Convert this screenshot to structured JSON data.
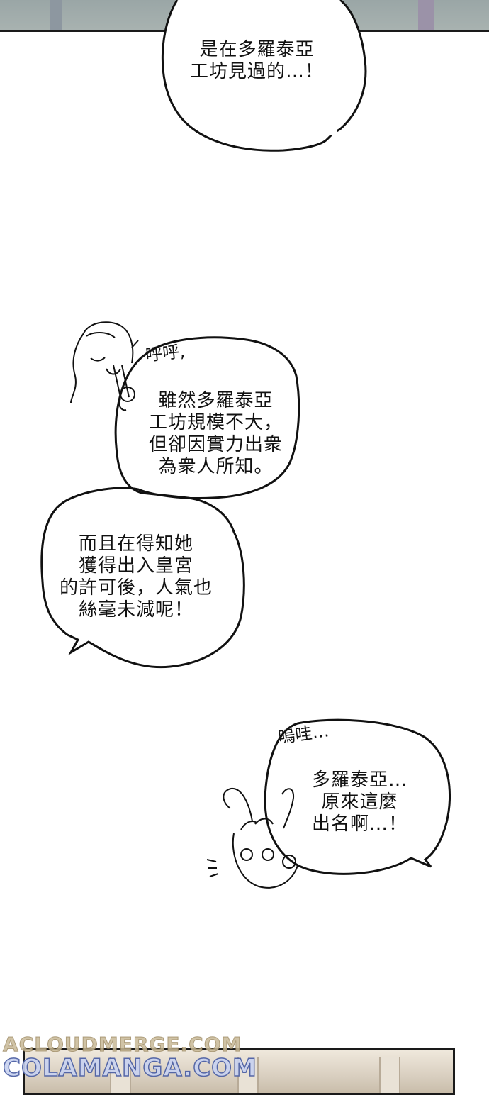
{
  "bubble1": {
    "lines": [
      "是在多羅泰亞",
      "工坊見過的…！"
    ]
  },
  "bubble2": {
    "lines": [
      "雖然多羅泰亞",
      "工坊規模不大，",
      "但卻因實力出衆",
      "為衆人所知。"
    ]
  },
  "bubble3": {
    "lines": [
      "而且在得知她",
      "獲得出入皇宮",
      "的許可後，人氣也",
      "絲毫未減呢！"
    ]
  },
  "bubble4": {
    "lines": [
      "多羅泰亞…",
      "原來這麼",
      "出名啊…！"
    ]
  },
  "sfx1": "呼呼,",
  "sfx2": "嗚哇…",
  "watermark": {
    "line1": "ACLOUDMERGE.COM",
    "line2": "COLAMANGA.COM"
  },
  "colors": {
    "ink": "#111111",
    "panel_top": "#9aa6a6",
    "panel_bottom": "#d9cfc0"
  }
}
